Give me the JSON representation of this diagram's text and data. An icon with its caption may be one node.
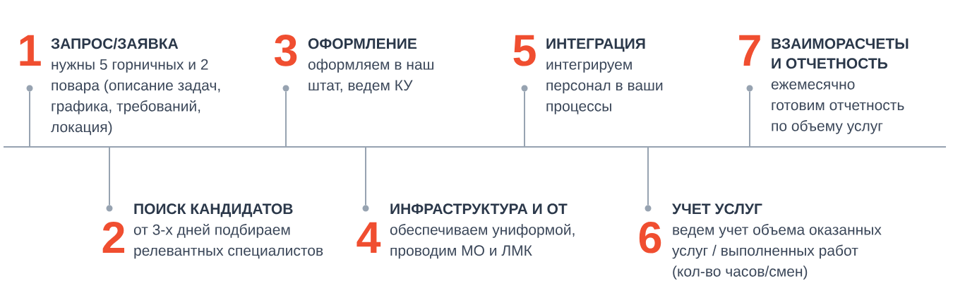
{
  "diagram": {
    "nodes": [
      {
        "text": [
          "ЗАПРОС/ЗАЯВКА",
          "нужны 5 горничных и 2 повара (описание задач, графика, требований, локация)"
        ],
        "beside": [
          "1"
        ]
      },
      {
        "text": [
          "ПОИСК КАНДИДАТОВ",
          "от 3-х дней подбираем релевантных специалистов"
        ],
        "beside": [
          "2"
        ]
      },
      {
        "text": [
          "ОФОРМЛЕНИЕ",
          "оформляем в наш штат, ведем КУ"
        ],
        "beside": [
          "3"
        ]
      },
      {
        "text": [
          "ИНФРАСТРУКТУРА И ОТ",
          "обеспечиваем униформой, проводим МО и ЛМК"
        ],
        "beside": [
          "4"
        ]
      },
      {
        "text": [
          "ИНТЕГРАЦИЯ",
          "интегрируем персонал в ваши процессы"
        ],
        "beside": [
          "5"
        ]
      },
      {
        "text": [
          "УЧЕТ УСЛУГ",
          "ведем учет объема оказанных услуг / выполненных работ (кол-во часов/смен)"
        ],
        "beside": [
          "6"
        ]
      },
      {
        "text": [
          "ВЗАИМОРАСЧЕТЫ И ОТЧЕТНОСТЬ",
          "ежемесячно готовим отчетность по объему услуг"
        ],
        "beside": [
          "7"
        ]
      },
      {
        "text": [],
        "shape": "bar"
      },
      {
        "text": [],
        "shape": "circle"
      },
      {
        "text": [],
        "shape": "circle"
      },
      {
        "text": [],
        "shape": "circle"
      },
      {
        "text": [],
        "shape": "circle"
      },
      {
        "text": [],
        "shape": "circle"
      },
      {
        "text": [],
        "shape": "circle"
      },
      {
        "text": [],
        "shape": "circle"
      }
    ],
    "edges": [
      {
        "from": 7,
        "to": 8,
        "arrow": "none"
      },
      {
        "from": 7,
        "to": 9,
        "arrow": "none"
      },
      {
        "from": 7,
        "to": 10,
        "arrow": "none"
      },
      {
        "from": 7,
        "to": 11,
        "arrow": "none"
      },
      {
        "from": 7,
        "to": 12,
        "arrow": "none"
      },
      {
        "from": 7,
        "to": 13,
        "arrow": "none"
      },
      {
        "from": 7,
        "to": 14,
        "arrow": "none"
      }
    ]
  }
}
